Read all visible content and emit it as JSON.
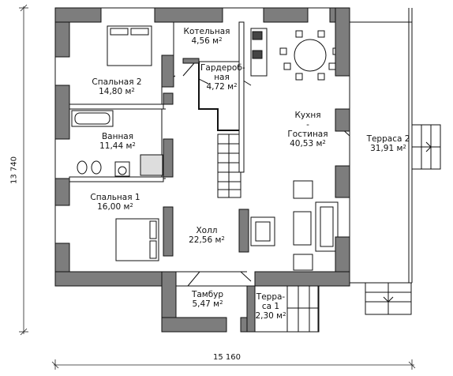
{
  "rooms": {
    "boiler": {
      "name": "Котельная",
      "area": "4,56"
    },
    "bedroom2": {
      "name": "Спальная 2",
      "area": "14,80"
    },
    "wardrobe": {
      "name_line1": "Гардероб-",
      "name_line2": "ная",
      "area": "4,72"
    },
    "kitchen": {
      "name_line1": "Кухня",
      "name_line2": "-",
      "name_line3": "Гостиная",
      "area": "40,53"
    },
    "bathroom": {
      "name": "Ванная",
      "area": "11,44"
    },
    "terrace2": {
      "name": "Терраса 2",
      "area": "31,91"
    },
    "bedroom1": {
      "name": "Спальная 1",
      "area": "16,00"
    },
    "hall": {
      "name": "Холл",
      "area": "22,56"
    },
    "vestibule": {
      "name": "Тамбур",
      "area": "5,47"
    },
    "terrace1": {
      "name_line1": "Терра-",
      "name_line2": "са 1",
      "area": "2,30"
    }
  },
  "unit": "м",
  "unit_sup": "2",
  "dimensions": {
    "width": "15 160",
    "height": "13 740"
  },
  "colors": {
    "wall": "#7d7d7d",
    "line": "#111111",
    "dim_line": "#222222"
  }
}
